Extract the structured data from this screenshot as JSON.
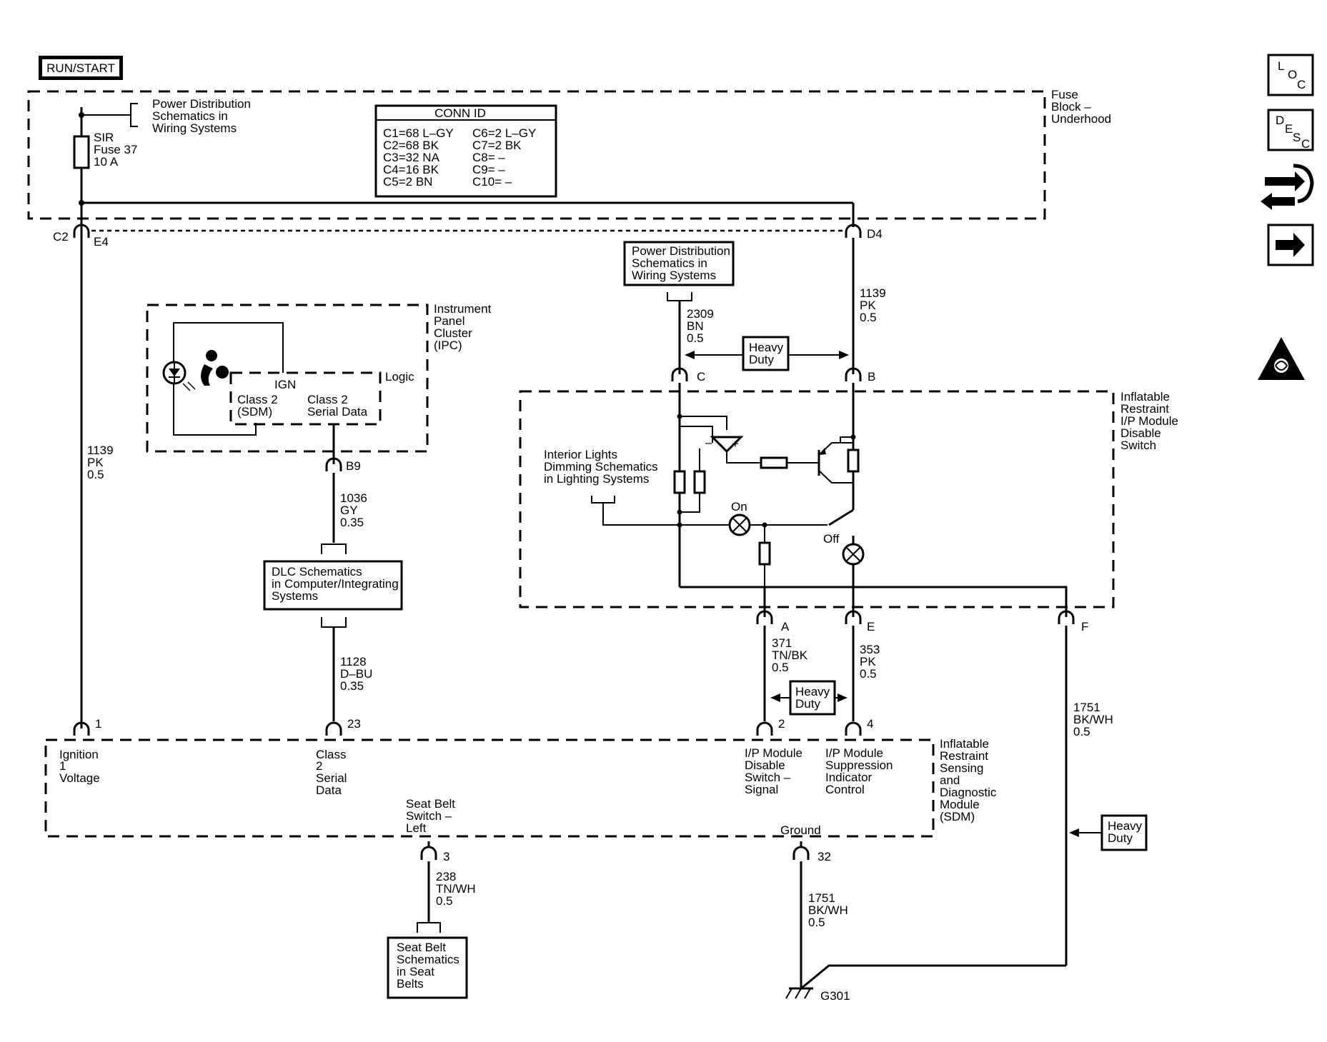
{
  "header": {
    "run_start": "RUN/START"
  },
  "nav": {
    "loc": [
      "L",
      "O",
      "C"
    ],
    "desc": [
      "D",
      "E",
      "S",
      "C"
    ]
  },
  "fuse_block": {
    "name": [
      "Fuse",
      "Block –",
      "Underhood"
    ],
    "fuse": [
      "SIR",
      "Fuse 37",
      "10 A"
    ],
    "power_ref": [
      "Power Distribution",
      "Schematics in",
      "Wiring  Systems"
    ],
    "conn_left": "C2",
    "conn_left_pin": "E4",
    "conn_right": "D4"
  },
  "conn_id": {
    "title": "CONN ID",
    "left": [
      "C1=68 L–GY",
      "C2=68 BK",
      "C3=32 NA",
      "C4=16 BK",
      "C5=2 BN"
    ],
    "right": [
      "C6=2 L–GY",
      "C7=2 BK",
      "C8= –",
      "C9= –",
      "C10= –"
    ]
  },
  "ipc": {
    "name": [
      "Instrument",
      "Panel",
      "Cluster",
      "(IPC)"
    ],
    "ign": "IGN",
    "logic": "Logic",
    "class2_sdm": [
      "Class 2",
      "(SDM)"
    ],
    "class2_serial": [
      "Class 2",
      "Serial Data"
    ],
    "pin": "B9"
  },
  "wires": {
    "w1139_left": [
      "1139",
      "PK",
      "0.5"
    ],
    "w1139_right": [
      "1139",
      "PK",
      "0.5"
    ],
    "w2309": [
      "2309",
      "BN",
      "0.5"
    ],
    "w1036": [
      "1036",
      "GY",
      "0.35"
    ],
    "w1128": [
      "1128",
      "D–BU",
      "0.35"
    ],
    "w371": [
      "371",
      "TN/BK",
      "0.5"
    ],
    "w353": [
      "353",
      "PK",
      "0.5"
    ],
    "w1751_right": [
      "1751",
      "BK/WH",
      "0.5"
    ],
    "w1751_bottom": [
      "1751",
      "BK/WH",
      "0.5"
    ],
    "w238": [
      "238",
      "TN/WH",
      "0.5"
    ]
  },
  "refs": {
    "power_dist": [
      "Power Distribution",
      "Schematics in",
      "Wiring Systems"
    ],
    "dlc": [
      "DLC Schematics",
      "in Computer/Integrating",
      "Systems"
    ],
    "seat_belt": [
      "Seat Belt",
      "Schematics",
      "in Seat",
      "Belts"
    ],
    "interior_lights": [
      "Interior Lights",
      "Dimming Schematics",
      "in Lighting Systems"
    ]
  },
  "heavy_duty": [
    "Heavy",
    "Duty"
  ],
  "switch_module": {
    "name": [
      "Inflatable",
      "Restraint",
      "I/P Module",
      "Disable",
      "Switch"
    ],
    "pins": {
      "c": "C",
      "b": "B",
      "a": "A",
      "e": "E",
      "f": "F"
    },
    "on": "On",
    "off": "Off"
  },
  "sdm": {
    "name": [
      "Inflatable",
      "Restraint",
      "Sensing",
      "and",
      "Diagnostic",
      "Module",
      "(SDM)"
    ],
    "ignition": [
      "Ignition",
      "1",
      "Voltage"
    ],
    "class2": [
      "Class",
      "2",
      "Serial",
      "Data"
    ],
    "disable_signal": [
      "I/P Module",
      "Disable",
      "Switch –",
      "Signal"
    ],
    "suppression": [
      "I/P Module",
      "Suppression",
      "Indicator",
      "Control"
    ],
    "seat_belt": [
      "Seat Belt",
      "Switch –",
      "Left"
    ],
    "ground": "Ground",
    "pins": {
      "p1": "1",
      "p23": "23",
      "p2": "2",
      "p4": "4",
      "p3": "3",
      "p32": "32"
    }
  },
  "ground": {
    "name": "G301"
  }
}
